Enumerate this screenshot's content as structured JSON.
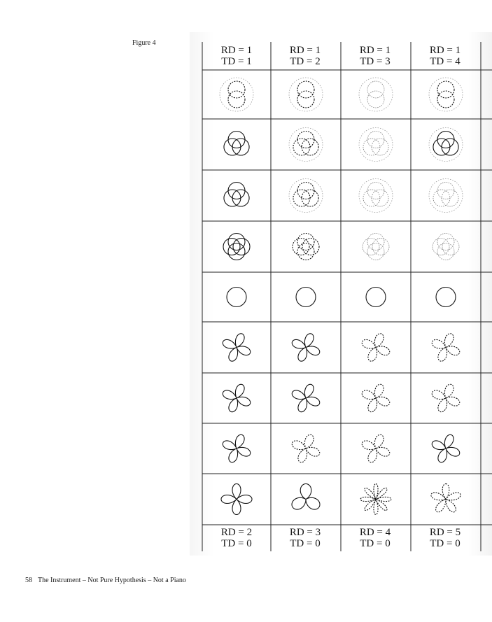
{
  "figure_label": "Figure 4",
  "footer": {
    "page_number": "58",
    "running_title": "The Instrument – Not Pure Hypothesis – Not a Piano"
  },
  "top_headers": [
    {
      "rd": "RD = 1",
      "td": "TD = 1"
    },
    {
      "rd": "RD = 1",
      "td": "TD = 2"
    },
    {
      "rd": "RD = 1",
      "td": "TD = 3"
    },
    {
      "rd": "RD = 1",
      "td": "TD = 4"
    }
  ],
  "bottom_headers": [
    {
      "rd": "RD = 2",
      "td": "TD = 0"
    },
    {
      "rd": "RD = 3",
      "td": "TD = 0"
    },
    {
      "rd": "RD = 4",
      "td": "TD = 0"
    },
    {
      "rd": "RD = 5",
      "td": "TD = 0"
    }
  ],
  "rows": [
    {
      "kind": "loops",
      "k": 2,
      "cols": [
        {
          "d": 1,
          "ring": 1
        },
        {
          "d": 1,
          "ring": 1
        },
        {
          "d": 2,
          "ring": 1
        },
        {
          "d": 1,
          "ring": 1
        }
      ]
    },
    {
      "kind": "loops",
      "k": 3,
      "cols": [
        {
          "d": 0,
          "ring": 0
        },
        {
          "d": 1,
          "ring": 1
        },
        {
          "d": 2,
          "ring": 1
        },
        {
          "d": 0,
          "ring": 1
        }
      ]
    },
    {
      "kind": "loops",
      "k": 3,
      "cols": [
        {
          "d": 0,
          "ring": 0
        },
        {
          "d": 1,
          "ring": 1
        },
        {
          "d": 2,
          "ring": 1
        },
        {
          "d": 2,
          "ring": 1
        }
      ]
    },
    {
      "kind": "loops",
      "k": 4,
      "cols": [
        {
          "d": 0,
          "ring": 0
        },
        {
          "d": 1,
          "ring": 0
        },
        {
          "d": 2,
          "ring": 0
        },
        {
          "d": 2,
          "ring": 0
        }
      ]
    },
    {
      "kind": "circle",
      "k": 0,
      "cols": [
        {
          "d": 0,
          "ring": 0
        },
        {
          "d": 0,
          "ring": 0
        },
        {
          "d": 0,
          "ring": 0
        },
        {
          "d": 0,
          "ring": 0
        }
      ]
    },
    {
      "kind": "petals",
      "k": 4,
      "cols": [
        {
          "d": 0,
          "ring": 0
        },
        {
          "d": 0,
          "ring": 0
        },
        {
          "d": 1,
          "ring": 0
        },
        {
          "d": 1,
          "ring": 0
        }
      ]
    },
    {
      "kind": "petals",
      "k": 4,
      "cols": [
        {
          "d": 0,
          "ring": 0
        },
        {
          "d": 0,
          "ring": 0
        },
        {
          "d": 1,
          "ring": 0
        },
        {
          "d": 1,
          "ring": 0
        }
      ]
    },
    {
      "kind": "petals",
      "k": 4,
      "cols": [
        {
          "d": 0,
          "ring": 0
        },
        {
          "d": 1,
          "ring": 0
        },
        {
          "d": 1,
          "ring": 0
        },
        {
          "d": 0,
          "ring": 0
        }
      ]
    },
    {
      "kind": "rose",
      "k": 0,
      "cols": [
        {
          "n": 4,
          "d": 0
        },
        {
          "n": 3,
          "d": 0
        },
        {
          "n": 8,
          "d": 1
        },
        {
          "n": 5,
          "d": 1
        }
      ]
    }
  ]
}
